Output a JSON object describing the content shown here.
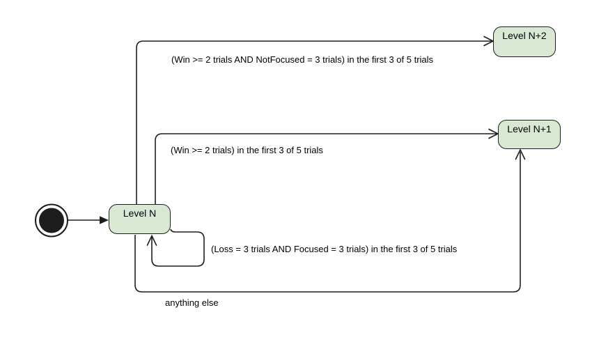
{
  "colors": {
    "state_fill": "#d9e8d3",
    "stroke": "#1d1d1d",
    "text": "#000000",
    "background": "#ffffff"
  },
  "states": [
    {
      "label": "Level N"
    },
    {
      "label": "Level N+1"
    },
    {
      "label": "Level N+2"
    }
  ],
  "initial_state": {
    "shape": "filled-circle-with-ring"
  },
  "transitions": [
    {
      "from": "Level N",
      "to": "Level N+2",
      "label": "(Win >= 2 trials AND NotFocused = 3 trials) in the first 3 of 5 trials"
    },
    {
      "from": "Level N",
      "to": "Level N+1",
      "label": "(Win >= 2 trials) in the first 3 of 5 trials"
    },
    {
      "from": "Level N",
      "to": "Level N",
      "label": "(Loss = 3 trials AND Focused = 3 trials) in the first 3 of 5 trials"
    },
    {
      "from": "Level N",
      "to": "Level N+1",
      "label": "anything else"
    },
    {
      "from": "initial",
      "to": "Level N",
      "label": ""
    }
  ]
}
